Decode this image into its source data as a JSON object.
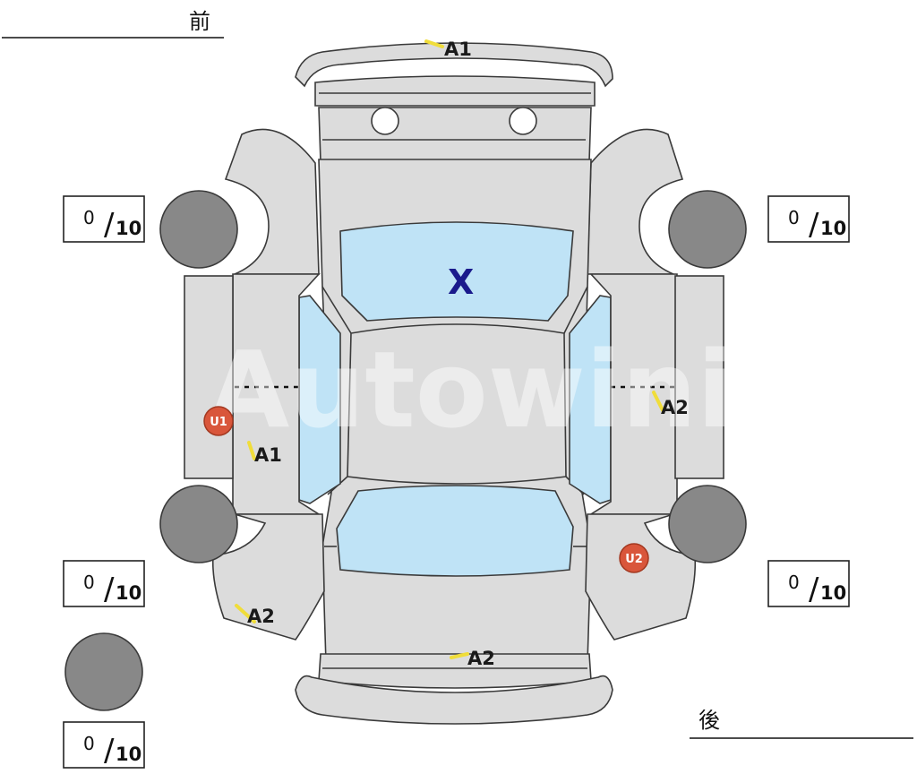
{
  "labels": {
    "front": "前",
    "rear": "後"
  },
  "watermark": "Autowini",
  "windshield_mark": "X",
  "damage_codes": {
    "front_bumper": "A1",
    "left_door": "A1",
    "right_door": "A2",
    "left_rear_quarter": "A2",
    "rear_bumper": "A2"
  },
  "unit_badges": {
    "left": "U1",
    "right": "U2"
  },
  "tire_scores": {
    "front_left": {
      "value": "0",
      "max": "10"
    },
    "front_right": {
      "value": "0",
      "max": "10"
    },
    "rear_left": {
      "value": "0",
      "max": "10"
    },
    "rear_right": {
      "value": "0",
      "max": "10"
    },
    "spare": {
      "value": "0",
      "max": "10"
    }
  },
  "colors": {
    "panel": "#dcdcdc",
    "glass": "#bfe3f6",
    "tire": "#888888",
    "scratch": "#f0dd3a",
    "badge": "#d9563b",
    "x_mark": "#1a1a8c"
  }
}
